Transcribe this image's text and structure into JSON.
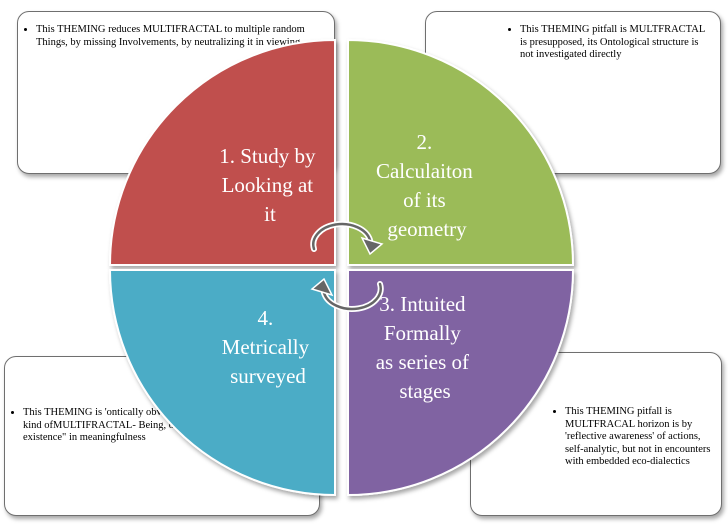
{
  "quadrants": [
    {
      "lines": [
        "1. Study by",
        "Looking at",
        "it"
      ],
      "color": "#c0504d"
    },
    {
      "lines": [
        "2.",
        "Calculaiton",
        "of its",
        "geometry"
      ],
      "color": "#9bbb59"
    },
    {
      "lines": [
        "3. Intuited",
        "Formally",
        "as series of",
        "stages"
      ],
      "color": "#8064a2"
    },
    {
      "lines": [
        "4.",
        "Metrically",
        "surveyed"
      ],
      "color": "#4bacc6"
    }
  ],
  "notes": {
    "top_left": "This THEMING reduces MULTIFRACTAL to multiple random Things, by missing Involvements, by neutralizing it in viewing",
    "top_right": "This THEMING pitfall is MULTFRACTAL is presupposed, its Ontological structure is not investigated directly",
    "bottom_left": "This THEMING is 'ontically obvious' Dah!. Pitfall is it misses the kind ofMULTIFRACTAL- Being, ontic is not \"grounded in existence\" in meaningfulness",
    "bottom_right": "This THEMING pitfall is MULTFRACAL horizon is by 'reflective awareness' of actions, self-analytic, but not in encounters with embedded eco-dialectics"
  },
  "icons": [
    "cycle-arrows-icon",
    "cycle-arrows-icon"
  ]
}
